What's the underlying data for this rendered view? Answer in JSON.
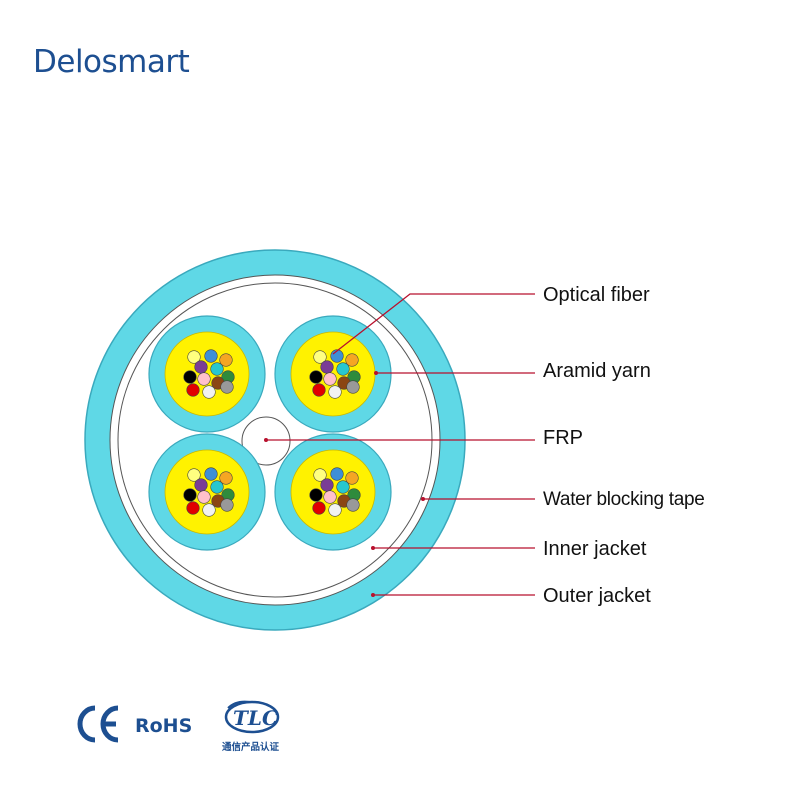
{
  "brand": {
    "name": "Delosmart"
  },
  "labels": [
    {
      "id": "optical-fiber",
      "text": "Optical fiber"
    },
    {
      "id": "aramid-yarn",
      "text": "Aramid yarn"
    },
    {
      "id": "frp",
      "text": "FRP"
    },
    {
      "id": "water-blocking-tape",
      "text": "Water blocking tape"
    },
    {
      "id": "inner-jacket",
      "text": "Inner jacket"
    },
    {
      "id": "outer-jacket",
      "text": "Outer jacket"
    }
  ],
  "certifications": {
    "ce": "CE",
    "rohs": "RoHS",
    "tlc": "TLC",
    "tlc_subtitle": "通信产品认证"
  },
  "colors": {
    "brand": "#1d4f91",
    "jacket": "#5fd8e6",
    "jacket_stroke": "#2f9fb4",
    "aramid": "#fff200",
    "leader": "#b8102d",
    "fiber_colors": [
      "#3e8fd6",
      "#f5a623",
      "#7a3d96",
      "#2e8b3c",
      "#000000",
      "#ffc0cb",
      "#27c7cf",
      "#8b4513",
      "#e10000",
      "#f2f2f2",
      "#999999",
      "#ffff80"
    ]
  },
  "fiber_count_per_unit": 12,
  "unit_count": 4
}
